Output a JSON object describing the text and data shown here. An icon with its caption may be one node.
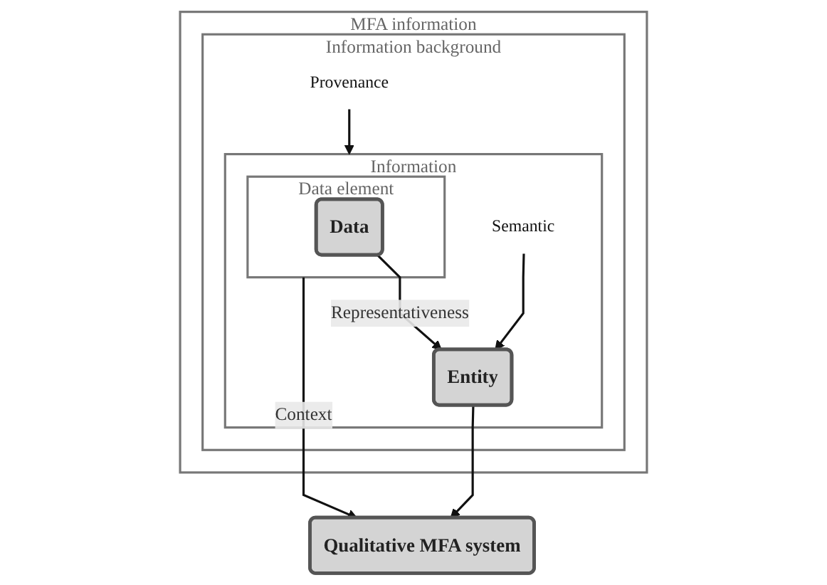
{
  "diagram": {
    "nodes": [
      {
        "text": [
          "Qualitative MFA system"
        ]
      },
      {
        "text": [
          "MFA information"
        ]
      },
      {
        "text": [
          "Information background"
        ],
        "in": 1
      },
      {
        "text": [
          "Information"
        ],
        "in": 2
      },
      {
        "text": [
          "Provenance"
        ],
        "in": 2
      },
      {
        "text": [
          "Data element"
        ],
        "in": 3
      },
      {
        "text": [
          "Data"
        ],
        "in": 5
      },
      {
        "text": [
          "Semantic"
        ],
        "in": 3
      },
      {
        "text": [
          "Entity"
        ],
        "in": 3
      }
    ],
    "edges": [
      {
        "from": 4,
        "to": 3,
        "arrow": "to"
      },
      {
        "from": 5,
        "to": 0,
        "arrow": "to",
        "label": "Context"
      },
      {
        "from": 8,
        "to": 0,
        "arrow": "to"
      },
      {
        "from": 6,
        "to": 8,
        "arrow": "to",
        "label": "Representativeness"
      },
      {
        "from": 7,
        "to": 8,
        "arrow": "to"
      }
    ]
  }
}
